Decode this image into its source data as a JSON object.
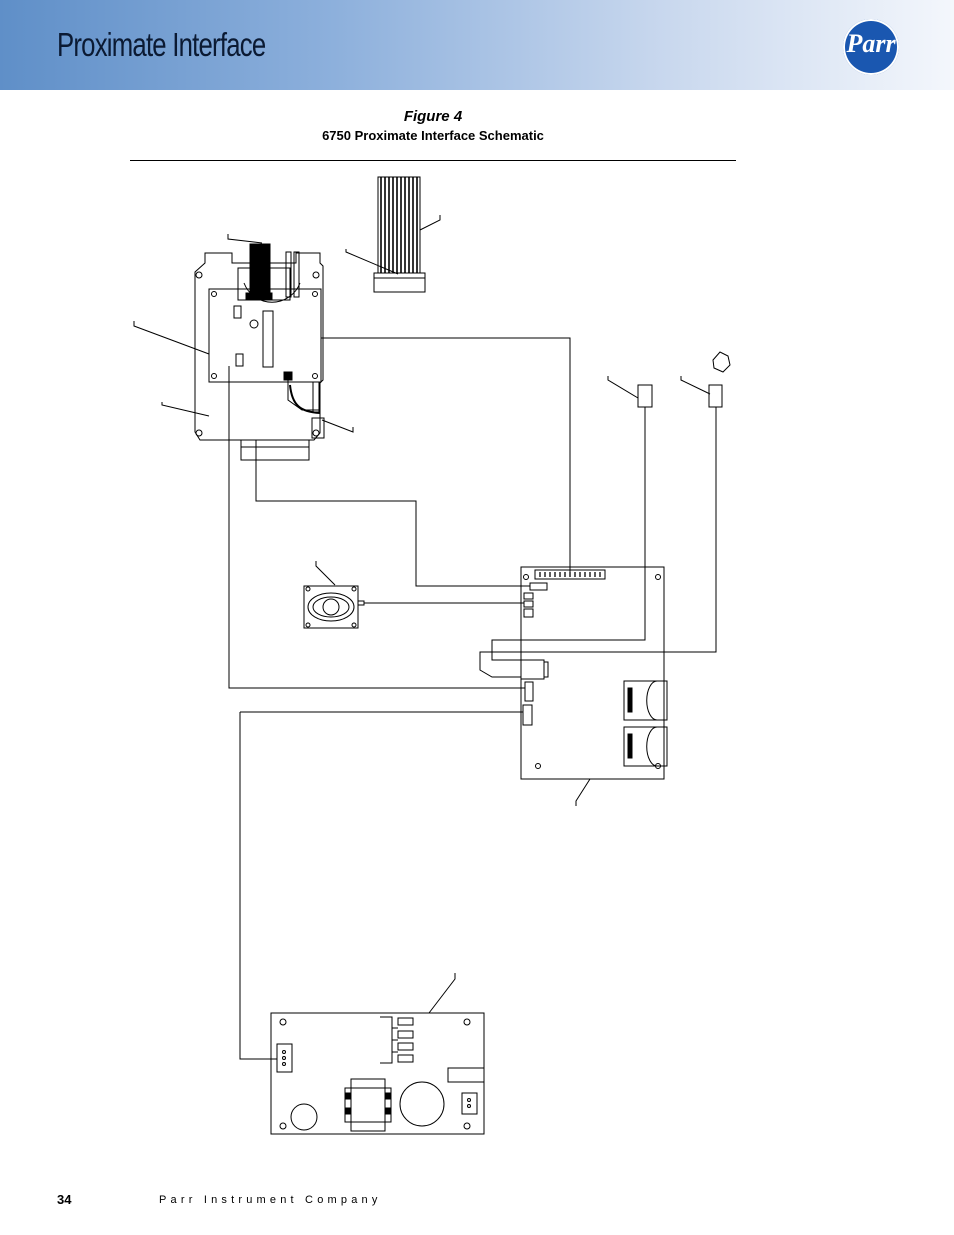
{
  "header": {
    "title": "Proximate Interface",
    "logo_text": "Parr",
    "band_colors": [
      "#5f8fc8",
      "#f4f7fc"
    ],
    "logo_color": "#1a57b0"
  },
  "figure": {
    "label": "Figure 4",
    "caption": "6750 Proximate Interface Schematic"
  },
  "footer": {
    "page_number": "34",
    "company": "Parr Instrument Company"
  }
}
